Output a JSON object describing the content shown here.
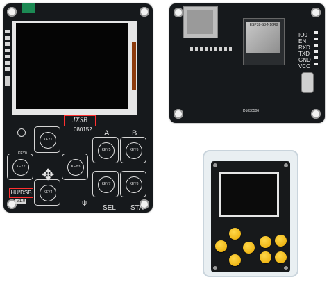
{
  "front_board": {
    "logo_text": "JXSB",
    "serial": "080152",
    "label_a": "A",
    "label_b": "B",
    "label_sel": "SEL",
    "label_sta": "STA",
    "keys_label": "KEY0",
    "keys": [
      "KEY1",
      "KEY2",
      "KEY3",
      "KEY4",
      "KEY5",
      "KEY6",
      "KEY7",
      "KEY8"
    ],
    "badge_text": "HU/DSB",
    "badge_sub": "V1.0"
  },
  "back_board": {
    "module_text": "ESP32-S3-N16R8",
    "pin_labels": [
      "IO0",
      "EN",
      "RXD",
      "TXD",
      "GND",
      "VCC"
    ],
    "bottom_code": "D1030506"
  },
  "colors": {
    "pcb": "#16191c",
    "silk": "#e8e8e8",
    "highlight": "#ff3030",
    "button_yellow": "#f2b800",
    "cable": "#8b3a0c"
  }
}
